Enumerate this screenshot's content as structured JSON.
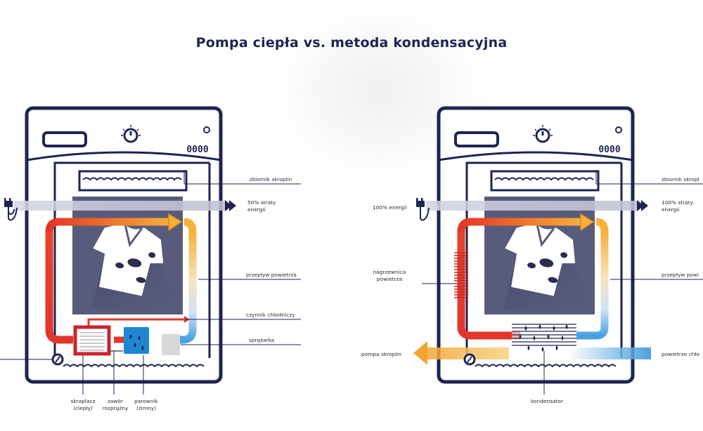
{
  "title": "Pompa ciepła vs. metoda kondensacyjna",
  "left_machine": {
    "display": "0000",
    "labels": {
      "tank": "zbiornik skroplin",
      "energy_loss": [
        "50% straty",
        "energii"
      ],
      "airflow": "przepływ powietrza",
      "refrigerant": "czynnik chłodniczy",
      "compressor": "sprężarka",
      "condenser": [
        "skraplacz",
        "(ciepły)"
      ],
      "valve": [
        "zawór",
        "rozprężny"
      ],
      "evaporator": [
        "parownik",
        "(zimny)"
      ]
    }
  },
  "right_machine": {
    "display": "0000",
    "labels": {
      "energy_in": "100% energii",
      "tank": "zbiornik skropl",
      "energy_loss": [
        "100% straty",
        "energii"
      ],
      "airflow": "przepływ powi",
      "heater": [
        "nagrzewnica",
        "powietrza"
      ],
      "pump": "pompa skroplin",
      "cold_air": "powietrze chło",
      "condenser": "kondensator"
    }
  },
  "colors": {
    "frame": "#1e2452",
    "window": "#595b7c",
    "energy_band": "#c9cbdc",
    "hot": "#e2362b",
    "cold": "#2f8fd8",
    "warm": "#f1a52f"
  }
}
